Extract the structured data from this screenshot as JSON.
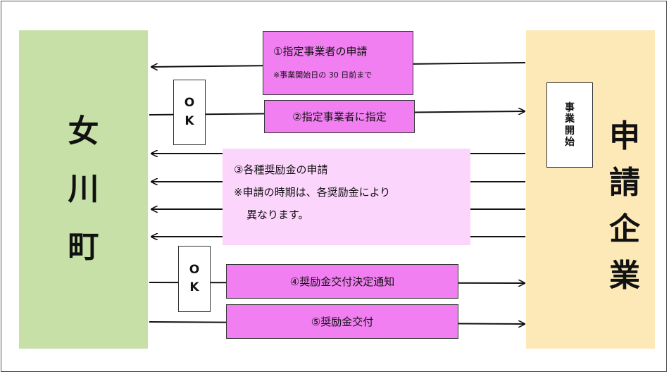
{
  "left_entity": {
    "chars": [
      "女",
      "川",
      "町"
    ],
    "color": "#c6e0a8"
  },
  "right_entity": {
    "chars": [
      "申",
      "請",
      "企",
      "業"
    ],
    "color": "#fde9b8"
  },
  "business_start": {
    "chars": [
      "事",
      "業",
      "開",
      "始"
    ]
  },
  "steps": {
    "s1": {
      "title": "①指定事業者の申請",
      "note": "※事業開始日の 30 日前まで"
    },
    "s2": {
      "title": "②指定事業者に指定"
    },
    "s3": {
      "title": "③各種奨励金の申請",
      "note_line1": "※申請の時期は、各奨励金により",
      "note_line2": "異なります。"
    },
    "s4": {
      "title": "④奨励金交付決定通知"
    },
    "s5": {
      "title": "⑤奨励金交付"
    }
  },
  "ok_stamps": [
    {
      "line1": "O",
      "line2": "K"
    },
    {
      "line1": "O",
      "line2": "K"
    }
  ],
  "colors": {
    "step_box": "#f27ff2",
    "step3_box": "#fcd5fc",
    "line": "#111111"
  }
}
